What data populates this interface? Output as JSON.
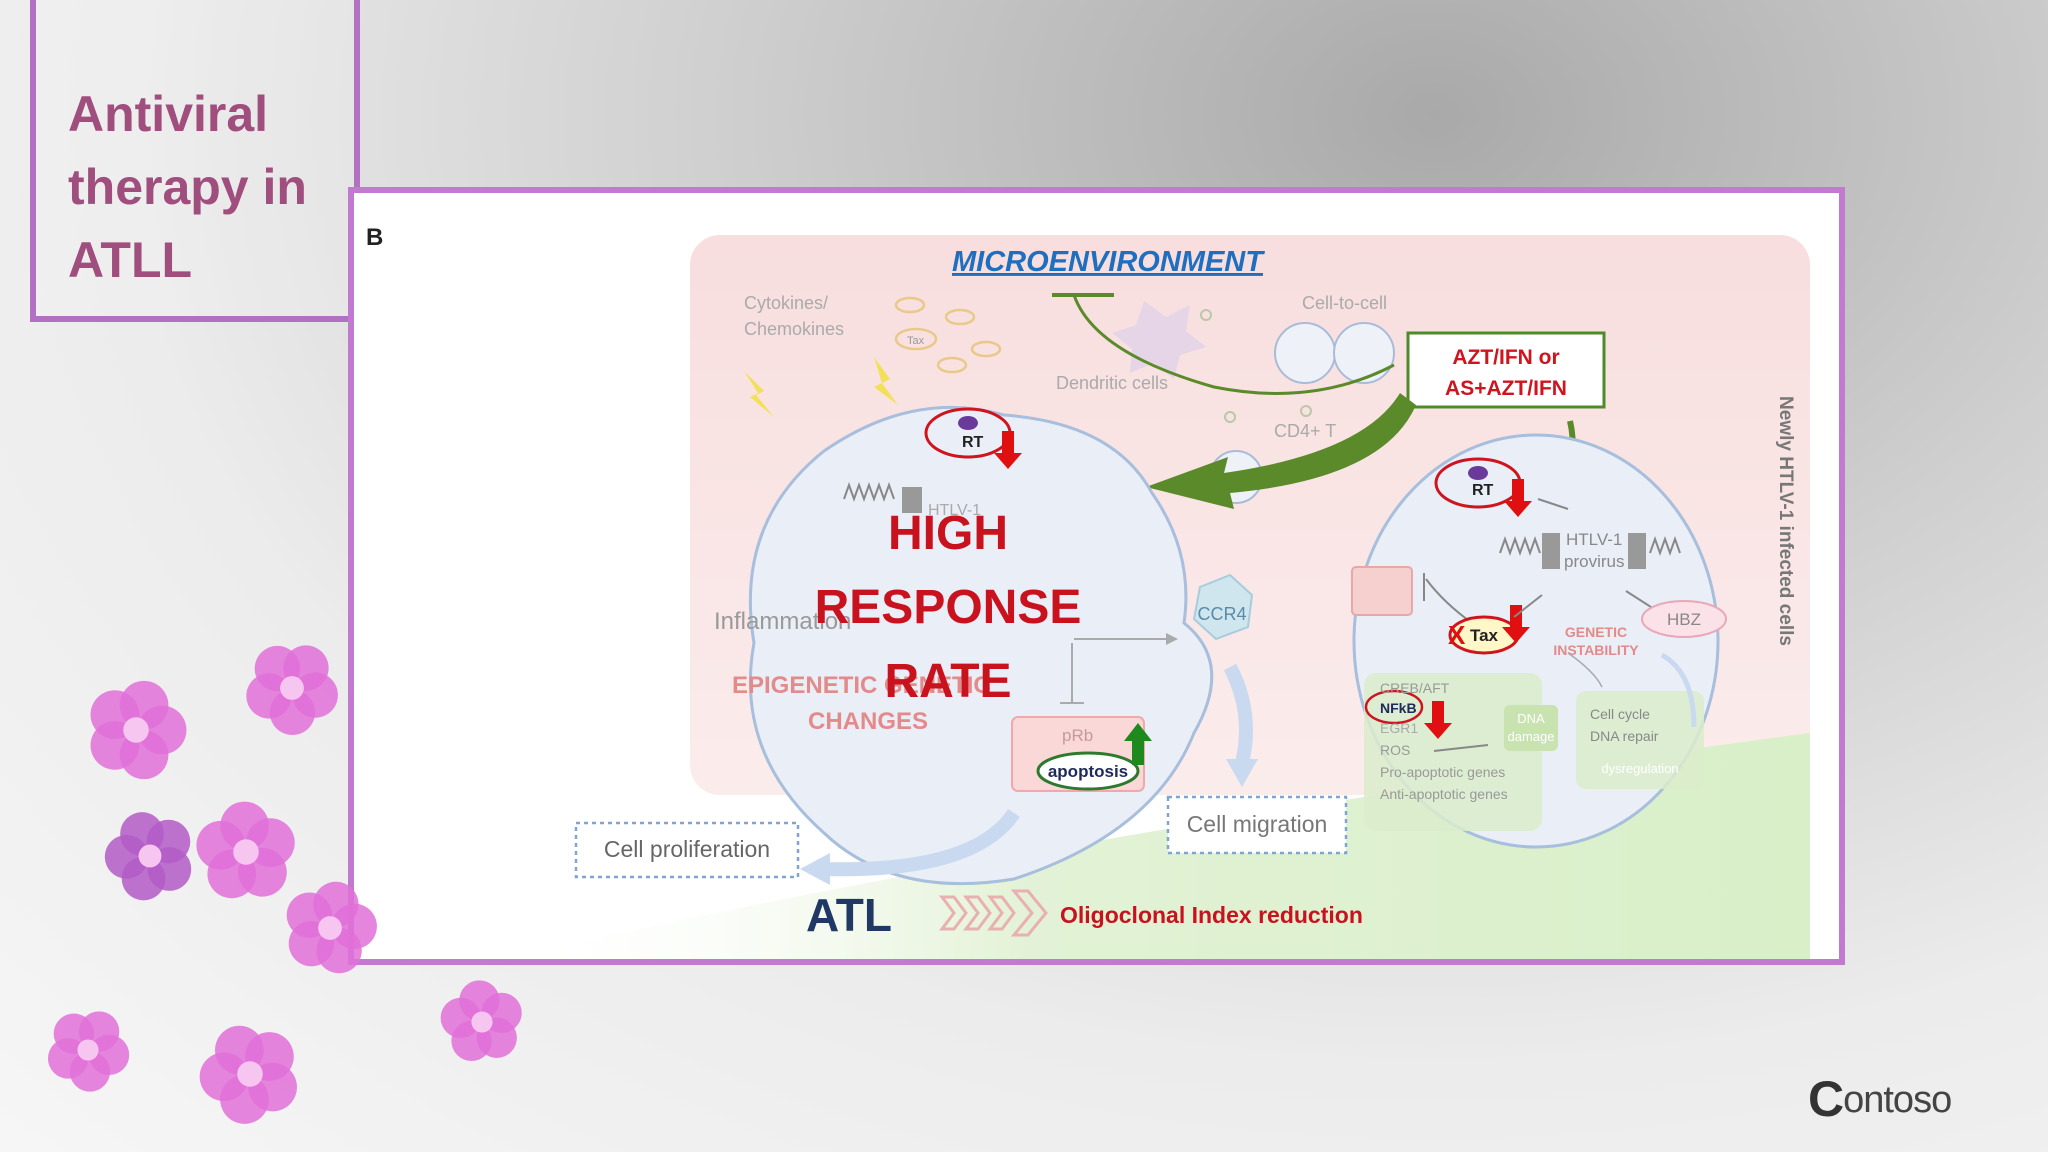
{
  "slide": {
    "title_lines": [
      "Antiviral",
      "therapy in",
      "ATLL"
    ],
    "logo": "contoso"
  },
  "diagram": {
    "panel_label": "B",
    "microenvironment": "MICROENVIRONMENT",
    "cytokines": [
      "Cytokines/",
      "Chemokines"
    ],
    "tax_small": "Tax",
    "dendritic": "Dendritic cells",
    "cell_to_cell": "Cell-to-cell",
    "cd4": "CD4+ T",
    "therapy": [
      "AZT/IFN or",
      "AS+AZT/IFN"
    ],
    "rt": "RT",
    "htlv1_left": "HTLV-1",
    "inflammation": "Inflammation",
    "epigenetic": [
      "EPIGENETIC GENETIC",
      "CHANGES"
    ],
    "high_response": [
      "HIGH",
      "RESPONSE",
      "RATE"
    ],
    "ccr4": "CCR4",
    "prb": "pRb",
    "apoptosis": "apoptosis",
    "cell_proliferation": "Cell proliferation",
    "cell_migration": "Cell migration",
    "htlv1_provirus": [
      "HTLV-1",
      "provirus"
    ],
    "hbz": "HBZ",
    "tax": "Tax",
    "genetic_instability": [
      "GENETIC",
      "INSTABILITY"
    ],
    "factors": [
      "CREB/AFT",
      "NFkB",
      "EGR1",
      "ROS",
      "Pro-apoptotic genes",
      "Anti-apoptotic genes"
    ],
    "dna_damage": [
      "DNA",
      "damage"
    ],
    "cycle_items": [
      "Cell cycle",
      "DNA repair"
    ],
    "dysregulation": "dysregulation",
    "newly_infected": "Newly HTLV-1 infected cells",
    "atl": "ATL",
    "oligoclonal": "Oligoclonal Index reduction"
  },
  "colors": {
    "title": "#a04e7e",
    "frame": "#c27ad0",
    "red": "#d0141e",
    "green_arrow": "#5a8a2a",
    "atl_blue": "#1f3864",
    "micro_blue": "#1e6fbf",
    "flower": "#e070d8"
  }
}
